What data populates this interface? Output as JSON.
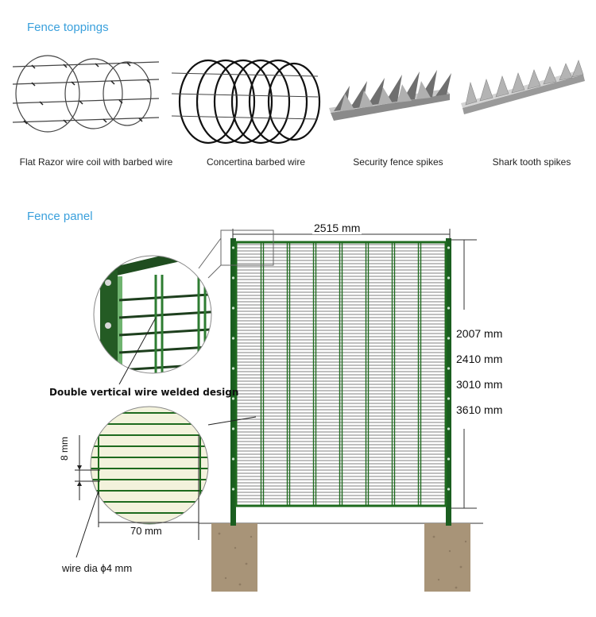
{
  "sections": {
    "toppings_title": "Fence toppings",
    "panel_title": "Fence panel"
  },
  "toppings": [
    {
      "name": "Flat Razor wire coil with barbed wire",
      "icon": "razor-wire-coil-icon"
    },
    {
      "name": "Concertina barbed wire",
      "icon": "concertina-wire-icon"
    },
    {
      "name": "Security fence spikes",
      "icon": "security-spikes-icon"
    },
    {
      "name": "Shark tooth spikes",
      "icon": "shark-tooth-spikes-icon"
    }
  ],
  "panel": {
    "width_label": "2515 mm",
    "heights": [
      "2007 mm",
      "2410 mm",
      "3010 mm",
      "3610 mm"
    ],
    "detail_top_label": "Double vertical wire welded design",
    "vertical_gap_label": "8 mm",
    "horizontal_gap_label": "70 mm",
    "wire_label": "wire dia ϕ4 mm"
  },
  "colors": {
    "title_blue": "#3aa0dc",
    "frame_green": "#1e6a1e",
    "post_green": "#1b5e20",
    "concrete": "#a89478"
  }
}
